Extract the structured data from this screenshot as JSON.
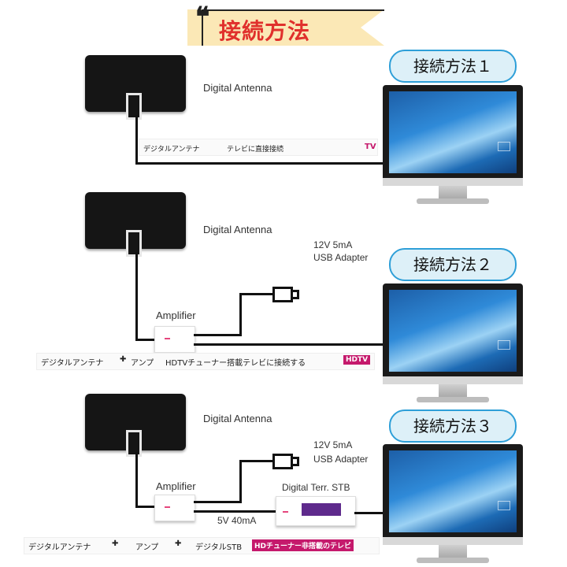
{
  "header": {
    "title": "接続方法"
  },
  "methods": [
    {
      "pill": "接続方法１",
      "antenna_label": "Digital Antenna",
      "caption_left": "デジタルアンテナ",
      "caption_mid": "テレビに直接接続",
      "tag": "TV"
    },
    {
      "pill": "接続方法２",
      "antenna_label": "Digital Antenna",
      "adapter_line1": "12V 5mA",
      "adapter_line2": "USB Adapter",
      "amplifier_label": "Amplifier",
      "caption_part1": "デジタルアンテナ",
      "plus": "✚",
      "caption_part2": "アンプ",
      "caption_part3": "HDTVチューナー搭載テレビに接続する",
      "tag": "HDTV"
    },
    {
      "pill": "接続方法３",
      "antenna_label": "Digital Antenna",
      "adapter_line1": "12V 5mA",
      "adapter_line2": "USB Adapter",
      "amplifier_label": "Amplifier",
      "stb_label": "Digital Terr. STB",
      "power_label": "5V 40mA",
      "caption_part1": "デジタルアンテナ",
      "plus": "✚",
      "caption_part2": "アンプ",
      "caption_part3": "デジタルSTB",
      "tag": "HDチューナー非搭載のテレビ"
    }
  ],
  "colors": {
    "accent_red": "#e0302c",
    "pill_border": "#2e9fd8",
    "tag": "#c5196c",
    "banner": "#fbe8b6"
  }
}
